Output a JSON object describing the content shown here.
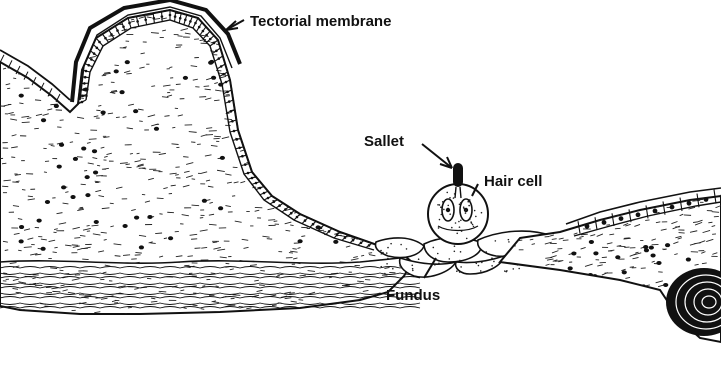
{
  "labels": {
    "tectorial_membrane": "Tectorial membrane",
    "sallet": "Sallet",
    "hair_cell": "Hair cell",
    "fundus": "Fundus"
  },
  "colors": {
    "ink": "#111111",
    "paper": "#ffffff"
  }
}
